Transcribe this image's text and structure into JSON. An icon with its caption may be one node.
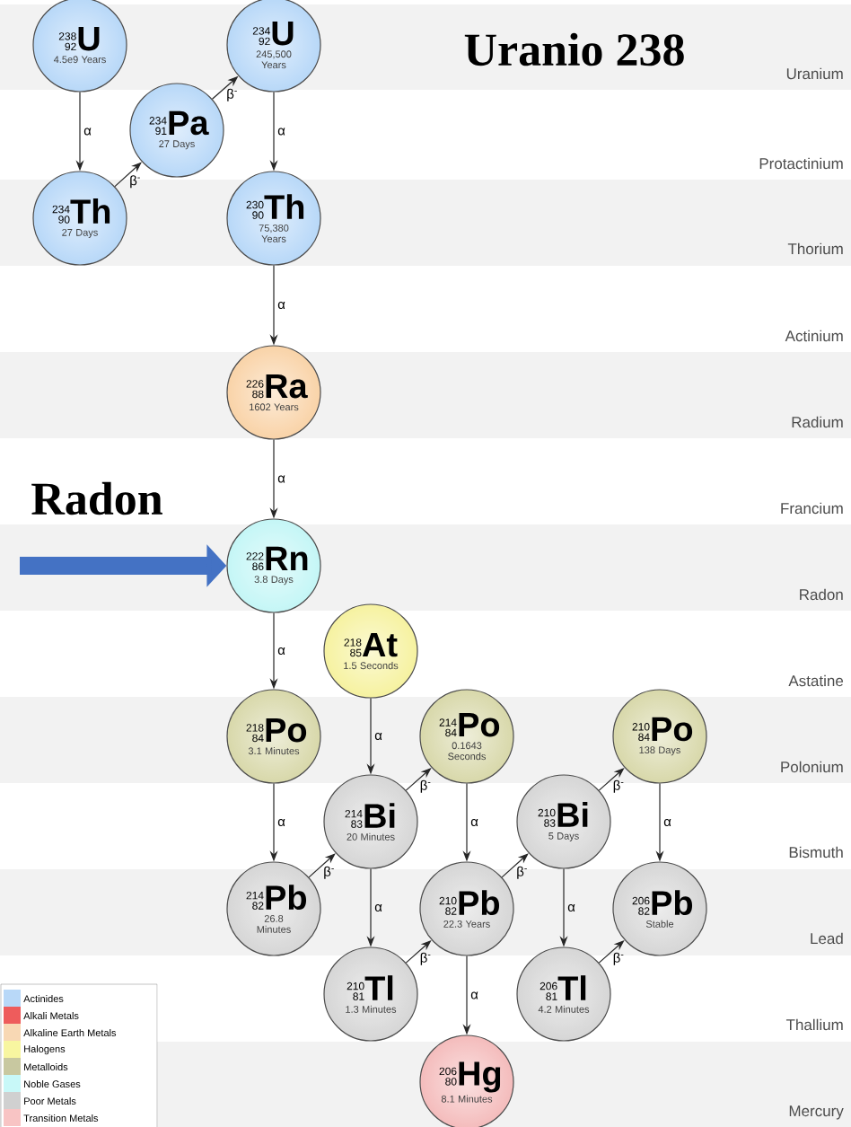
{
  "diagram": {
    "title": "Uranio 238",
    "nodes": [
      {
        "text": [
          "238",
          "92",
          "U",
          "4.5e9 Years"
        ]
      },
      {
        "text": [
          "234",
          "92",
          "U",
          "245,500 Years"
        ]
      },
      {
        "text": [
          "234",
          "91",
          "Pa",
          "27 Days"
        ]
      },
      {
        "text": [
          "234",
          "90",
          "Th",
          "27 Days"
        ]
      },
      {
        "text": [
          "230",
          "90",
          "Th",
          "75,380 Years"
        ]
      },
      {
        "text": [
          "226",
          "88",
          "Ra",
          "1602 Years"
        ]
      },
      {
        "text": [
          "222",
          "86",
          "Rn",
          "3.8 Days"
        ]
      },
      {
        "text": [
          "218",
          "85",
          "At",
          "1.5 Seconds"
        ]
      },
      {
        "text": [
          "218",
          "84",
          "Po",
          "3.1 Minutes"
        ]
      },
      {
        "text": [
          "214",
          "84",
          "Po",
          "0.1643 Seconds"
        ]
      },
      {
        "text": [
          "210",
          "84",
          "Po",
          "138 Days"
        ]
      },
      {
        "text": [
          "214",
          "83",
          "Bi",
          "20 Minutes"
        ]
      },
      {
        "text": [
          "210",
          "83",
          "Bi",
          "5 Days"
        ]
      },
      {
        "text": [
          "214",
          "82",
          "Pb",
          "26.8 Minutes"
        ]
      },
      {
        "text": [
          "210",
          "82",
          "Pb",
          "22.3 Years"
        ]
      },
      {
        "text": [
          "206",
          "82",
          "Pb",
          "Stable"
        ]
      },
      {
        "text": [
          "210",
          "81",
          "Tl",
          "1.3 Minutes"
        ]
      },
      {
        "text": [
          "206",
          "81",
          "Tl",
          "4.2 Minutes"
        ]
      },
      {
        "text": [
          "206",
          "80",
          "Hg",
          "8.1 Minutes"
        ]
      }
    ],
    "edges": [
      {
        "from": 0,
        "to": 3,
        "arrow": "to",
        "label": "α"
      },
      {
        "from": 3,
        "to": 2,
        "arrow": "to",
        "label": "β$^{-}$"
      },
      {
        "from": 2,
        "to": 1,
        "arrow": "to",
        "label": "β$^{-}$"
      },
      {
        "from": 1,
        "to": 4,
        "arrow": "to",
        "label": "α"
      },
      {
        "from": 4,
        "to": 5,
        "arrow": "to",
        "label": "α"
      },
      {
        "from": 5,
        "to": 6,
        "arrow": "to",
        "label": "α"
      },
      {
        "from": 6,
        "to": 8,
        "arrow": "to",
        "label": "α"
      },
      {
        "from": 7,
        "to": 11,
        "arrow": "to",
        "label": "α"
      },
      {
        "from": 8,
        "to": 13,
        "arrow": "to",
        "label": "α"
      },
      {
        "from": 13,
        "to": 11,
        "arrow": "to",
        "label": "β$^{-}$"
      },
      {
        "from": 11,
        "to": 9,
        "arrow": "to",
        "label": "β$^{-}$"
      },
      {
        "from": 11,
        "to": 16,
        "arrow": "to",
        "label": "α"
      },
      {
        "from": 9,
        "to": 14,
        "arrow": "to",
        "label": "α"
      },
      {
        "from": 16,
        "to": 14,
        "arrow": "to",
        "label": "β$^{-}$"
      },
      {
        "from": 14,
        "to": 12,
        "arrow": "to",
        "label": "β$^{-}$"
      },
      {
        "from": 14,
        "to": 18,
        "arrow": "to",
        "label": "α"
      },
      {
        "from": 12,
        "to": 10,
        "arrow": "to",
        "label": "β$^{-}$"
      },
      {
        "from": 12,
        "to": 17,
        "arrow": "to",
        "label": "α"
      },
      {
        "from": 10,
        "to": 15,
        "arrow": "to",
        "label": "α"
      },
      {
        "from": 17,
        "to": 15,
        "arrow": "to",
        "label": "β$^{-}$"
      },
      {
        "from": null,
        "to": 6,
        "arrow": "to",
        "style": "thick",
        "color": "#4472c4"
      }
    ],
    "labels": [
      "Uranium",
      "Protactinium",
      "Thorium",
      "Actinium",
      "Radium",
      "Radon",
      "Francium",
      "Radon",
      "Astatine",
      "Polonium",
      "Bismuth",
      "Lead",
      "Thallium",
      "Mercury"
    ],
    "legend": [
      {
        "text": "Actinides",
        "color": "#b8d8f8"
      },
      {
        "text": "Alkali Metals",
        "color": "#ee5c5c"
      },
      {
        "text": "Alkaline Earth Metals",
        "color": "#f8d8b4"
      },
      {
        "text": "Halogens",
        "color": "#f8f6a0"
      },
      {
        "text": "Metalloids",
        "color": "#c8c8a0"
      },
      {
        "text": "Noble Gases",
        "color": "#c8f8f8"
      },
      {
        "text": "Poor Metals",
        "color": "#d0d0d0"
      },
      {
        "text": "Transition Metals",
        "color": "#f8c4c4"
      }
    ]
  }
}
